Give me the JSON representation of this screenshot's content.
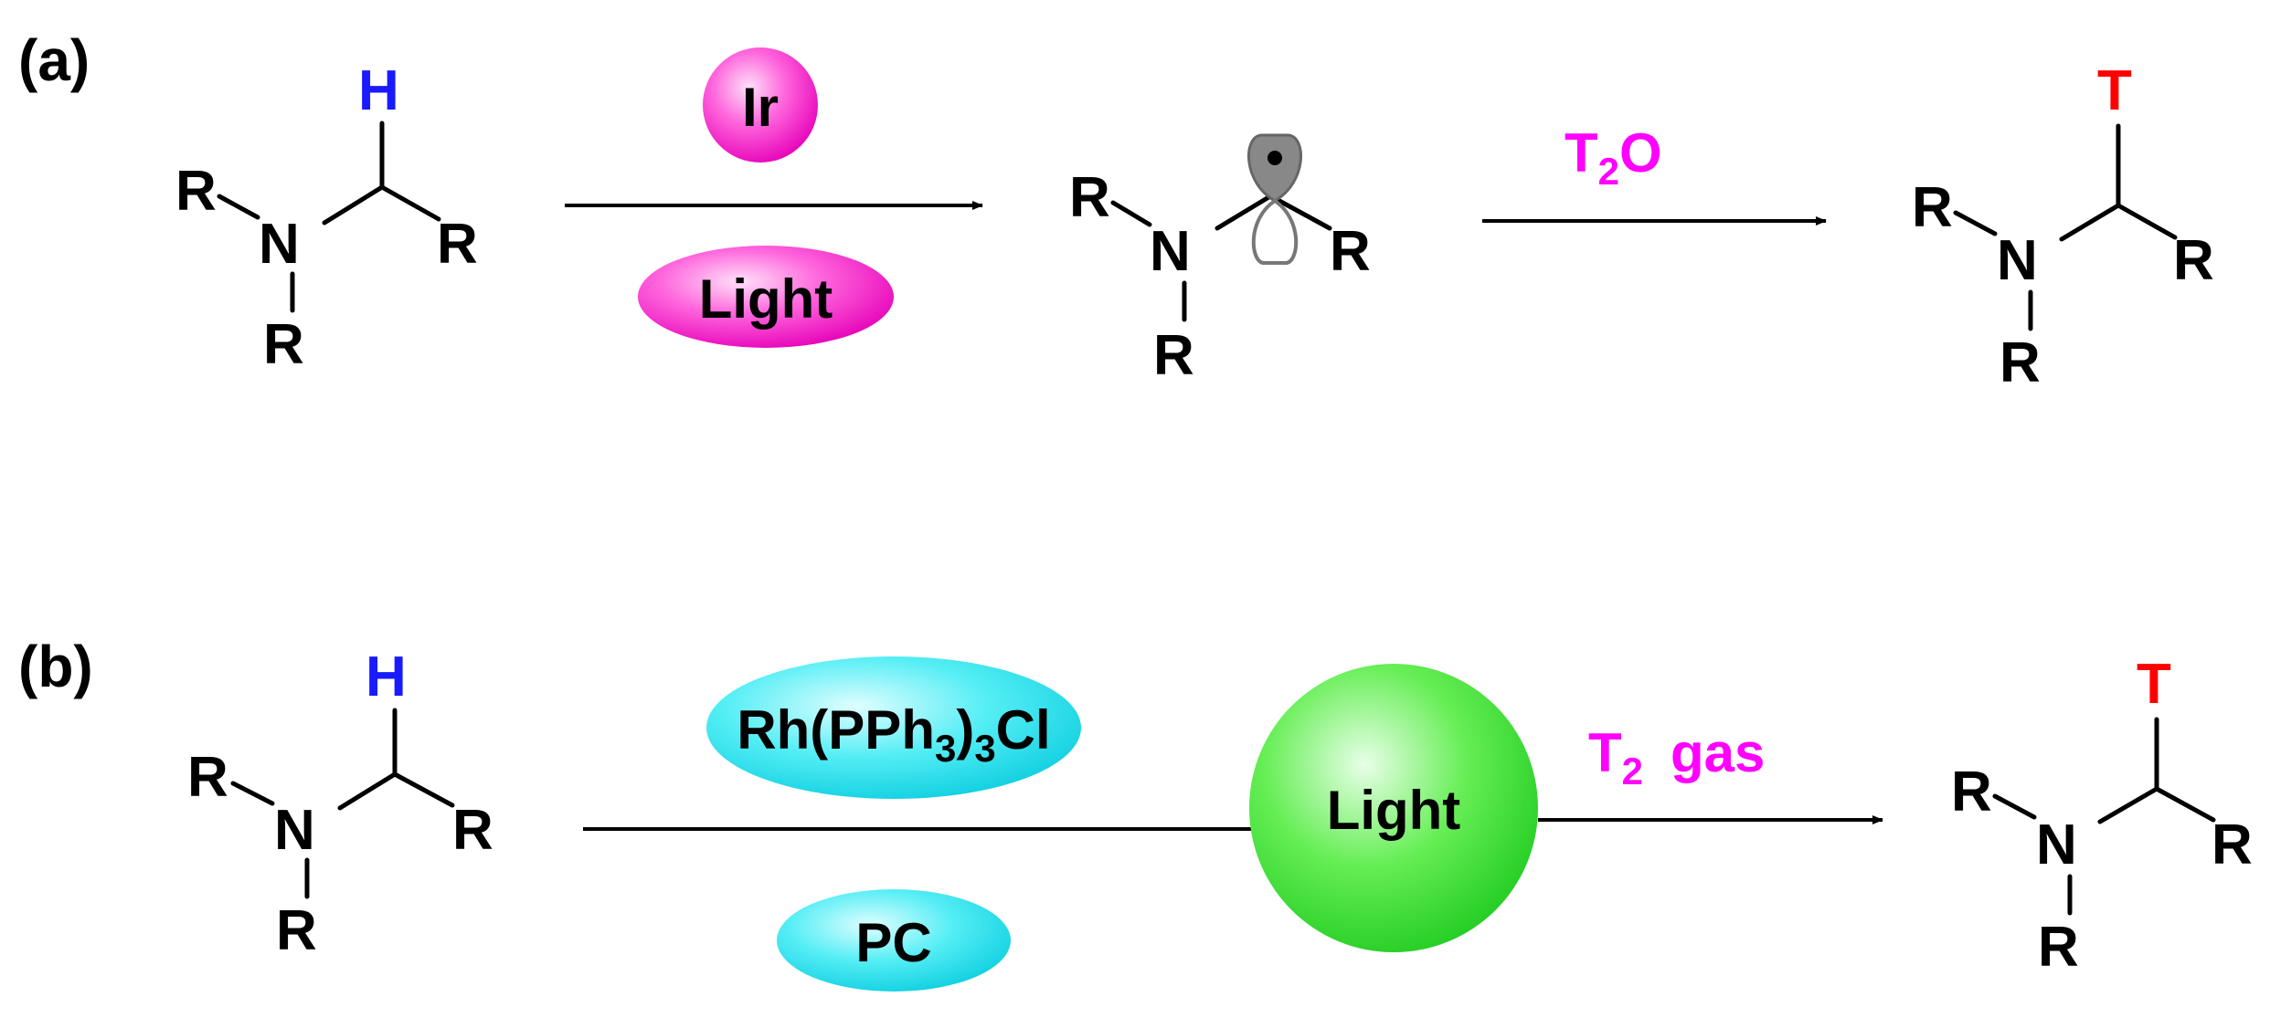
{
  "colors": {
    "bond": "#000000",
    "hydrogen": "#1a1aff",
    "tritium": "#ff0000",
    "reagent_text": "#ff00ff",
    "magenta_fill": "#ff33cc",
    "cyan_fill": "#2ee6f0",
    "green_fill": "#33dd33",
    "orbital_fill": "#888888"
  },
  "panel_a": {
    "label": "(a)",
    "reactant": {
      "h": "H",
      "r_left": "R",
      "n": "N",
      "r_right": "R",
      "r_bottom": "R"
    },
    "catalyst": "Ir",
    "light": "Light",
    "radical": {
      "r_left": "R",
      "n": "N",
      "r_right": "R",
      "r_bottom": "R"
    },
    "reagent_main": "T",
    "reagent_sub": "2",
    "reagent_tail": "O",
    "product": {
      "t": "T",
      "r_left": "R",
      "n": "N",
      "r_right": "R",
      "r_bottom": "R"
    }
  },
  "panel_b": {
    "label": "(b)",
    "reactant": {
      "h": "H",
      "r_left": "R",
      "n": "N",
      "r_right": "R",
      "r_bottom": "R"
    },
    "catalyst_main": "Rh(PPh",
    "catalyst_sub1": "3",
    "catalyst_mid": ")",
    "catalyst_sub2": "3",
    "catalyst_tail": "Cl",
    "photocatalyst": "PC",
    "light": "Light",
    "reagent_main": "T",
    "reagent_sub": "2",
    "reagent_tail": "gas",
    "product": {
      "t": "T",
      "r_left": "R",
      "n": "N",
      "r_right": "R",
      "r_bottom": "R"
    }
  }
}
